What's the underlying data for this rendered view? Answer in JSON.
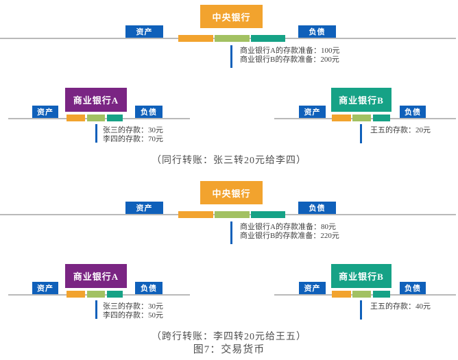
{
  "figure_caption": "图7：交易货币",
  "labels": {
    "assets": "资产",
    "liabilities": "负债"
  },
  "colors": {
    "label_blue": "#0f60ba",
    "central_orange": "#f2a32e",
    "bank_a_purple": "#7a2583",
    "bank_b_teal": "#16a286",
    "bar_orange": "#f2a32e",
    "bar_green": "#a2c162",
    "bar_teal": "#16a286",
    "balance_line_gray": "#b9b9b9",
    "note_text": "#3f3f3f"
  },
  "panels": [
    {
      "caption": "（同行转账：张三转20元给李四）",
      "central": {
        "name": "中央银行",
        "notes": [
          "商业银行A的存款准备：100元",
          "商业银行B的存款准备：200元"
        ]
      },
      "bank_a": {
        "name": "商业银行A",
        "notes": [
          "张三的存款：30元",
          "李四的存款：70元"
        ]
      },
      "bank_b": {
        "name": "商业银行B",
        "notes": [
          "王五的存款：20元"
        ]
      }
    },
    {
      "caption": "（跨行转账：李四转20元给王五）",
      "central": {
        "name": "中央银行",
        "notes": [
          "商业银行A的存款准备：80元",
          "商业银行B的存款准备：220元"
        ]
      },
      "bank_a": {
        "name": "商业银行A",
        "notes": [
          "张三的存款：30元",
          "李四的存款：50元"
        ]
      },
      "bank_b": {
        "name": "商业银行B",
        "notes": [
          "王五的存款：40元"
        ]
      }
    }
  ]
}
